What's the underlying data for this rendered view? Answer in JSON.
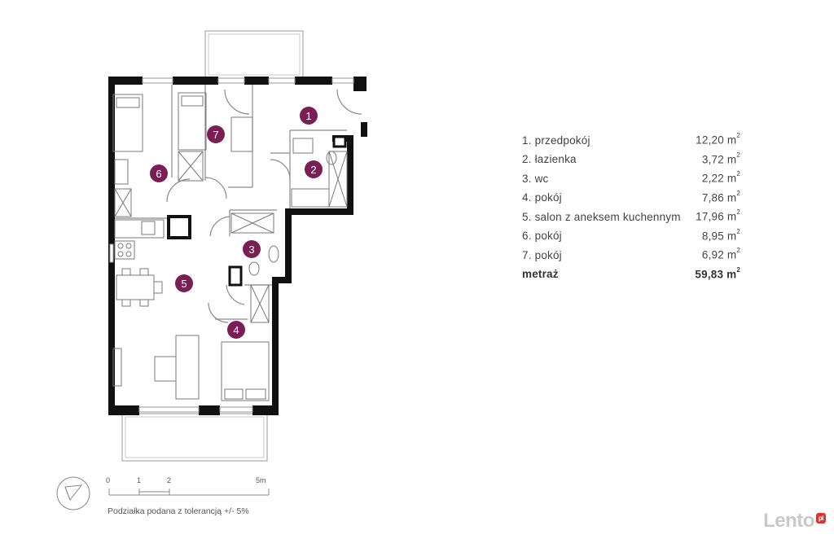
{
  "rooms": [
    {
      "num": "1",
      "name": "1. przedpokój",
      "area": "12,20 m",
      "unit_sup": "2"
    },
    {
      "num": "2",
      "name": "2. łazienka",
      "area": "3,72 m",
      "unit_sup": "2"
    },
    {
      "num": "3",
      "name": "3. wc",
      "area": "2,22 m",
      "unit_sup": "2"
    },
    {
      "num": "4",
      "name": "4. pokój",
      "area": "7,86 m",
      "unit_sup": "2"
    },
    {
      "num": "5",
      "name": "5. salon z aneksem kuchennym",
      "area": "17,96 m",
      "unit_sup": "2"
    },
    {
      "num": "6",
      "name": "6. pokój",
      "area": "8,95 m",
      "unit_sup": "2"
    },
    {
      "num": "7",
      "name": "7. pokój",
      "area": "6,92 m",
      "unit_sup": "2"
    }
  ],
  "total": {
    "label": "metraż",
    "area": "59,83 m",
    "unit_sup": "2"
  },
  "scale": {
    "ticks": [
      "0",
      "1",
      "2",
      "5m"
    ],
    "note": "Podziałka podana z tolerancją +/- 5%"
  },
  "brand": {
    "name": "Lento",
    "badge": "pl"
  },
  "colors": {
    "marker": "#7a1e54",
    "wall": "#111111",
    "line": "#9a9a9a"
  }
}
